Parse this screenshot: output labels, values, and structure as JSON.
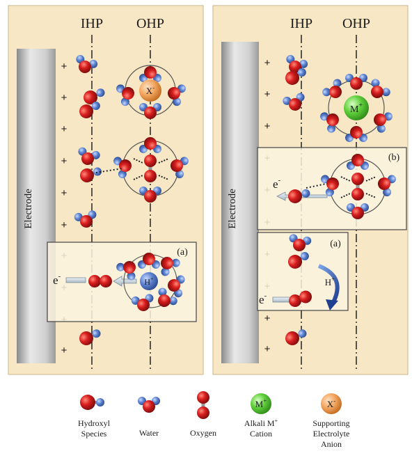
{
  "planes": {
    "ihp": "IHP",
    "ohp": "OHP"
  },
  "electrode": {
    "label": "Electrode",
    "charge": "+"
  },
  "boxes": {
    "a": "(a)",
    "b": "(b)"
  },
  "electron": {
    "base": "e",
    "sup": "-"
  },
  "ions": {
    "anion": {
      "base": "X",
      "sup": "-"
    },
    "cation": {
      "base": "M",
      "sup": "+"
    },
    "proton": {
      "base": "H",
      "sup": "+"
    }
  },
  "legend": {
    "hydroxyl": [
      "Hydroxyl",
      "Species"
    ],
    "water": [
      "Water"
    ],
    "oxygen": [
      "Oxygen"
    ],
    "cation": [
      "Alkali M",
      "+",
      "Cation"
    ],
    "anion": [
      "Supporting",
      "Electrolyte",
      "Anion"
    ]
  },
  "colors": {
    "panel": "#f8e7c4",
    "oxygen_atom": "#d41a1a",
    "hydrogen_atom": "#5b82cf",
    "cation": "#5fcf3a",
    "anion": "#f4a761"
  }
}
